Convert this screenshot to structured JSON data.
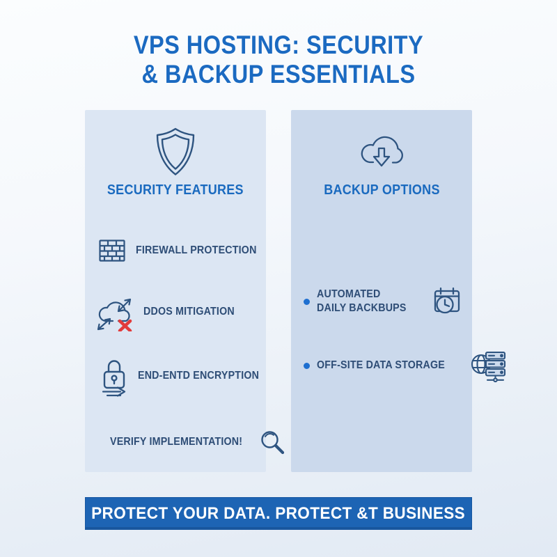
{
  "title": {
    "line1": "VPS HOSTING: SECURITY",
    "line2": "& BACKUP ESSENTIALS"
  },
  "security_card": {
    "header": "SECURITY FEATURES",
    "header_icon": "shield-icon",
    "items": [
      {
        "label": "FIREWALL PROTECTION",
        "icon": "firewall-icon"
      },
      {
        "label": "DDOS MITIGATION",
        "icon": "ddos-cloud-icon"
      },
      {
        "label": "END-ENTD ENCRYPTION",
        "icon": "encryption-lock-icon"
      },
      {
        "label": "VERIFY IMPLEMENTATION!",
        "icon": "magnifier-icon"
      }
    ]
  },
  "backup_card": {
    "header": "BACKUP OPTIONS",
    "header_icon": "cloud-download-icon",
    "items": [
      {
        "label": "AUTOMATED DAILY BACKBUPS",
        "icon": "calendar-clock-icon"
      },
      {
        "label": "OFF-SITE DATA STORAGE",
        "icon": "server-globe-icon"
      }
    ]
  },
  "banner": {
    "text": "PROTECT YOUR DATA. PROTECT &T BUSINESS"
  },
  "colors": {
    "title_blue": "#1b6ac1",
    "header_blue": "#1a6abf",
    "item_navy": "#2e4d76",
    "icon_stroke": "#2e5480",
    "bullet_blue": "#1e6fd0",
    "ddos_x_red": "#e23b3b",
    "left_card_bg": "#dce6f3",
    "right_card_bg": "#cbd9ec",
    "banner_bg": "#1d64b4",
    "banner_text": "#ffffff"
  }
}
